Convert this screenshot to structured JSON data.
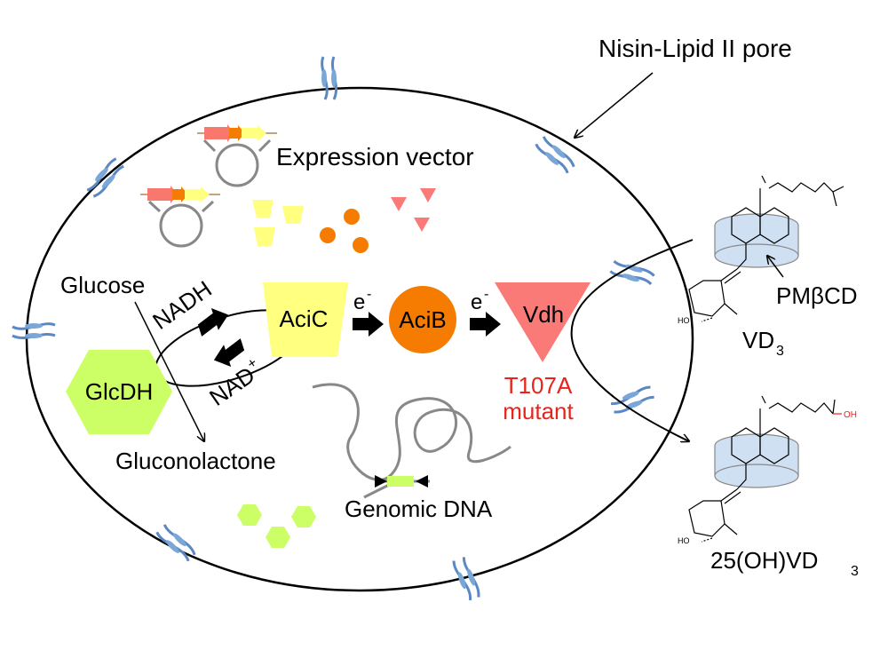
{
  "labels": {
    "pore": "Nisin-Lipid II pore",
    "expression_vector": "Expression vector",
    "glucose": "Glucose",
    "gluconolactone": "Gluconolactone",
    "nadh": "NADH",
    "nad": "NAD",
    "nad_sup": "+",
    "glcdh": "GlcDH",
    "acic": "AciC",
    "acib": "AciB",
    "vdh": "Vdh",
    "electron1": "e",
    "electron1_sup": "-",
    "electron2": "e",
    "electron2_sup": "-",
    "mutant_line1": "T107A",
    "mutant_line2": "mutant",
    "genomic_dna": "Genomic DNA",
    "pmbcd": "PMβCD",
    "vd3": "VD",
    "vd3_sub": "3",
    "product": "25(OH)VD",
    "product_sub": "3",
    "ho1": "HO",
    "ho2": "HO",
    "oh": "OH"
  },
  "colors": {
    "acic": "#ffff80",
    "acib": "#f57c00",
    "vdh": "#fa7a78",
    "glcdh": "#ccff66",
    "pore": "#7aa7d8",
    "cyclodextrin": "#cfe0f3",
    "mutant_text": "#e8231b",
    "oh_text": "#e8231b",
    "dna_marker": "#ccff66"
  }
}
